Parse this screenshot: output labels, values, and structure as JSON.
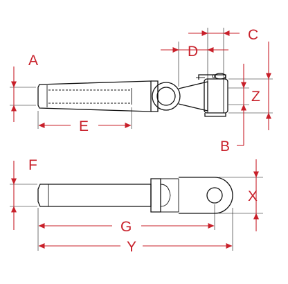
{
  "diagram": {
    "labels": {
      "A": "A",
      "B": "B",
      "C": "C",
      "D": "D",
      "E": "E",
      "F": "F",
      "G": "G",
      "X": "X",
      "Y": "Y",
      "Z": "Z"
    },
    "colors": {
      "dimension": "#c8202a",
      "outline": "#111111",
      "background": "#ffffff"
    }
  }
}
